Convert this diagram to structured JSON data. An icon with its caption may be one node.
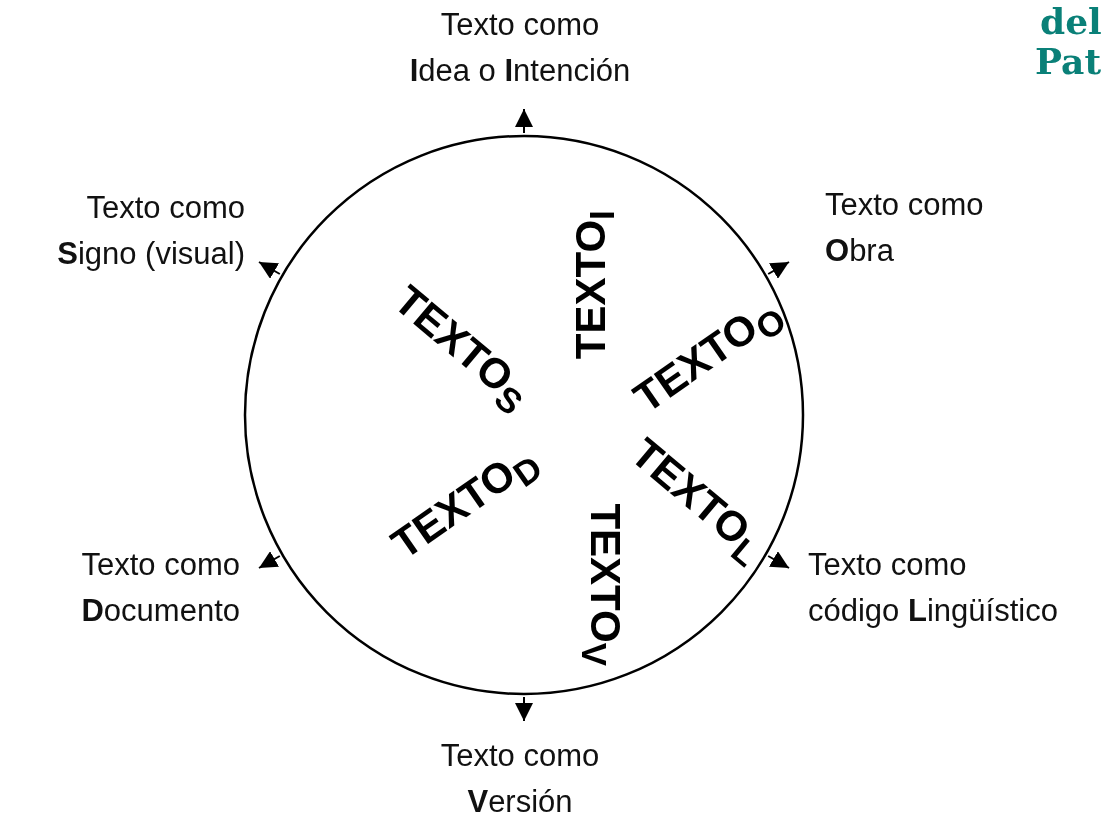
{
  "diagram": {
    "nodes": [
      {
        "text": [
          "TEXTO$_{I}$",
          "TEXTO$_{S}$",
          "TEXTO$_{O}$",
          "TEXTO$_{D}$",
          "TEXTO$_{V}$",
          "TEXTO$_{L}$"
        ]
      },
      {
        "text": [
          "Texto como **I**dea o **I**ntención"
        ]
      },
      {
        "text": [
          "Texto como **S**igno (visual)"
        ]
      },
      {
        "text": [
          "Texto como **O**bra"
        ]
      },
      {
        "text": [
          "Texto como **D**ocumento"
        ]
      },
      {
        "text": [
          "Texto como código **L**ingüístico"
        ]
      },
      {
        "text": [
          "Texto como **V**ersión"
        ]
      }
    ],
    "edges": [
      {
        "from": 0,
        "to": 1,
        "arrow": "to"
      },
      {
        "from": 0,
        "to": 2,
        "arrow": "to"
      },
      {
        "from": 0,
        "to": 3,
        "arrow": "to"
      },
      {
        "from": 0,
        "to": 4,
        "arrow": "to"
      },
      {
        "from": 0,
        "to": 5,
        "arrow": "to"
      },
      {
        "from": 0,
        "to": 6,
        "arrow": "to"
      }
    ],
    "labels": [
      "del",
      "Pat"
    ]
  }
}
